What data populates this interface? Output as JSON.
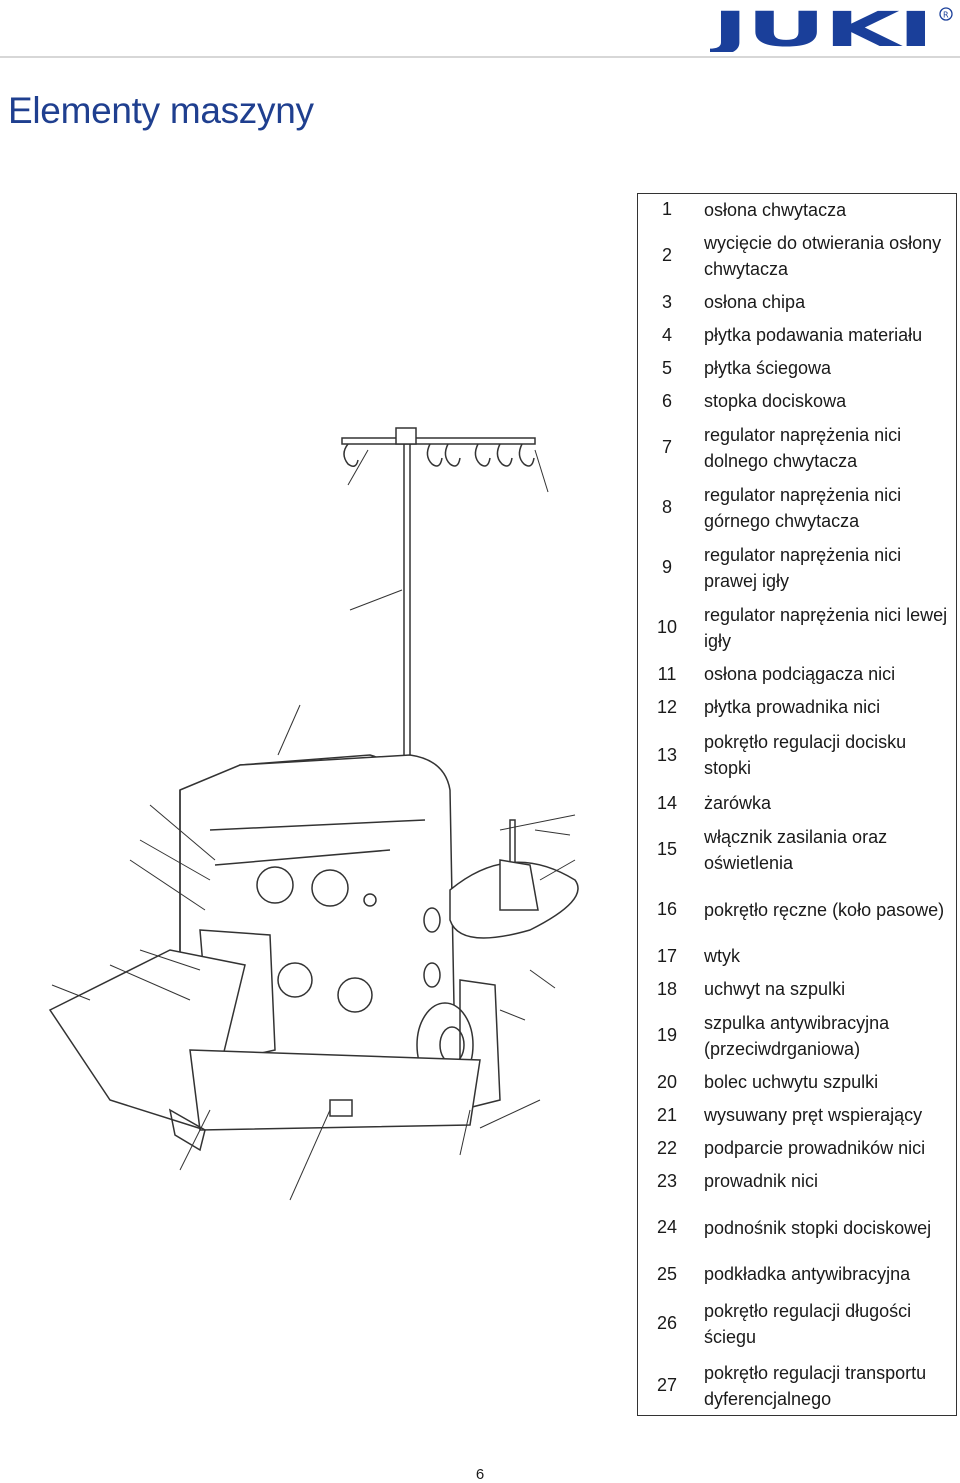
{
  "header": {
    "logo_text": "JUKI",
    "logo_color": "#1a3f9a"
  },
  "title": "Elementy maszyny",
  "parts": [
    {
      "number": "1",
      "label": "osłona chwytacza"
    },
    {
      "number": "2",
      "label": "wycięcie do otwierania osłony chwytacza"
    },
    {
      "number": "3",
      "label": "osłona chipa"
    },
    {
      "number": "4",
      "label": "płytka podawania materiału"
    },
    {
      "number": "5",
      "label": "płytka ściegowa"
    },
    {
      "number": "6",
      "label": "stopka dociskowa"
    },
    {
      "number": "7",
      "label": "regulator naprężenia nici dolnego chwytacza"
    },
    {
      "number": "8",
      "label": "regulator naprężenia nici górnego chwytacza"
    },
    {
      "number": "9",
      "label": "regulator naprężenia nici prawej igły"
    },
    {
      "number": "10",
      "label": "regulator naprężenia nici lewej igły"
    },
    {
      "number": "11",
      "label": "osłona podciągacza nici"
    },
    {
      "number": "12",
      "label": "płytka prowadnika nici"
    },
    {
      "number": "13",
      "label": "pokrętło regulacji docisku stopki"
    },
    {
      "number": "14",
      "label": "żarówka"
    },
    {
      "number": "15",
      "label": "włącznik zasilania oraz oświetlenia"
    },
    {
      "number": "16",
      "label": "pokrętło ręczne (koło pasowe)"
    },
    {
      "number": "17",
      "label": "wtyk"
    },
    {
      "number": "18",
      "label": "uchwyt na szpulki"
    },
    {
      "number": "19",
      "label": "szpulka antywibracyjna (przeciwdrganiowa)"
    },
    {
      "number": "20",
      "label": "bolec uchwytu szpulki"
    },
    {
      "number": "21",
      "label": "wysuwany pręt wspierający"
    },
    {
      "number": "22",
      "label": "podparcie prowadników nici"
    },
    {
      "number": "23",
      "label": "prowadnik nici"
    },
    {
      "number": "24",
      "label": "podnośnik stopki dociskowej"
    },
    {
      "number": "25",
      "label": "podkładka antywibracyjna"
    },
    {
      "number": "26",
      "label": "pokrętło regulacji długości ściegu"
    },
    {
      "number": "27",
      "label": "pokrętło regulacji transportu dyferencjalnego"
    }
  ],
  "page_number": "6"
}
